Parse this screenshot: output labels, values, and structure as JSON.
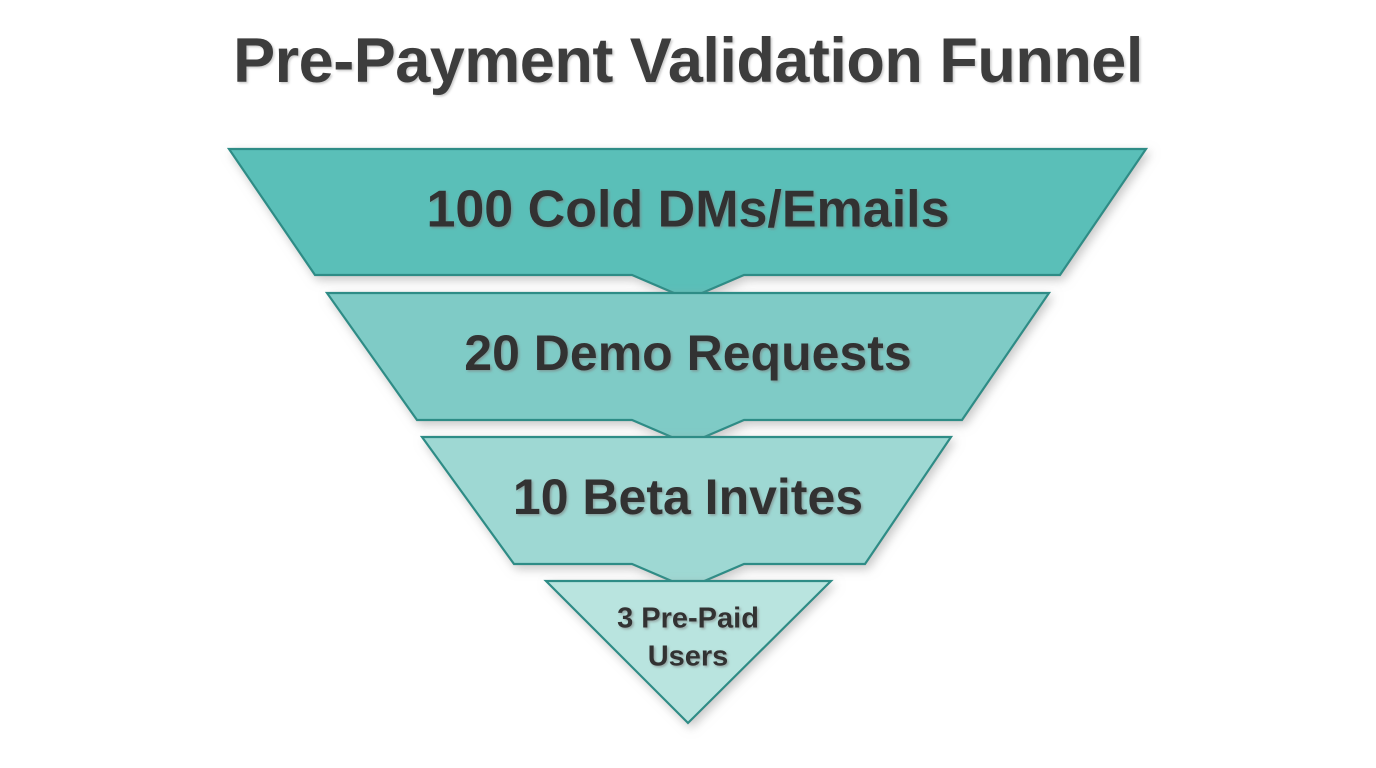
{
  "chart_data": {
    "type": "funnel",
    "title": "Pre-Payment Validation Funnel",
    "xlabel": "",
    "ylabel": "",
    "grid": false,
    "legend": "none",
    "orientation": "vertical-inverted",
    "categories": [
      "Cold DMs/Emails",
      "Demo Requests",
      "Beta Invites",
      "Pre-Paid Users"
    ],
    "values": [
      100,
      20,
      10,
      3
    ],
    "stage_labels": [
      "100 Cold DMs/Emails",
      "20 Demo Requests",
      "10 Beta Invites",
      "3 Pre-Paid Users"
    ],
    "stages": [
      {
        "index": 1,
        "count": 100,
        "name": "Cold DMs/Emails",
        "label": "100 Cold DMs/Emails",
        "label_lines": [
          "100 Cold DMs/Emails"
        ],
        "color": "#5abfb8",
        "stroke": "#2e8c86",
        "font_size": 52
      },
      {
        "index": 2,
        "count": 20,
        "name": "Demo Requests",
        "label": "20 Demo Requests",
        "label_lines": [
          "20 Demo Requests"
        ],
        "color": "#7fcbc6",
        "stroke": "#2e8c86",
        "font_size": 50
      },
      {
        "index": 3,
        "count": 10,
        "name": "Beta Invites",
        "label": "10 Beta Invites",
        "label_lines": [
          "10 Beta Invites"
        ],
        "color": "#9ed8d3",
        "stroke": "#2e8c86",
        "font_size": 50
      },
      {
        "index": 4,
        "count": 3,
        "name": "Pre-Paid Users",
        "label": "3 Pre-Paid Users",
        "label_lines": [
          "3 Pre-Paid",
          "Users"
        ],
        "color": "#b9e4df",
        "stroke": "#2e8c86",
        "font_size": 29
      }
    ]
  },
  "colors": {
    "background": "#ffffff",
    "title_text": "#3d3d3d",
    "label_text": "#333333",
    "stage_1": "#5abfb8",
    "stage_2": "#7fcbc6",
    "stage_3": "#9ed8d3",
    "stage_4": "#b9e4df",
    "stroke": "#2e8c86"
  }
}
